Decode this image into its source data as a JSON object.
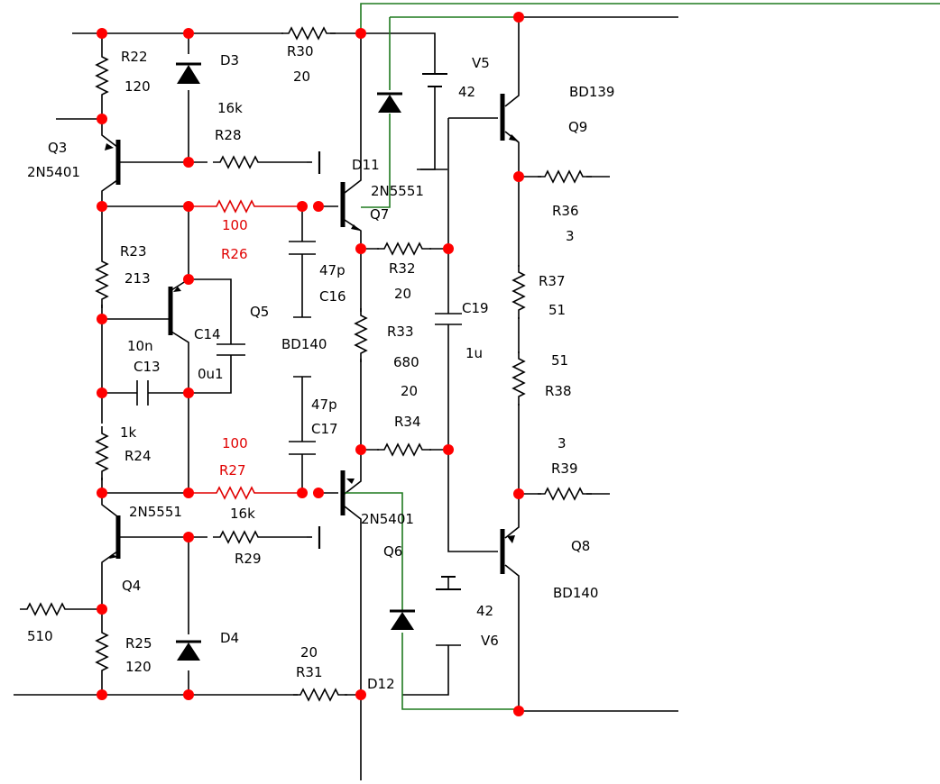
{
  "colors": {
    "wire": "#000000",
    "node": "#ff0000",
    "highlight": "#e00000",
    "green_wire": "#1f7a1f"
  },
  "components": {
    "R22": {
      "ref": "R22",
      "value": "120"
    },
    "D3": {
      "ref": "D3"
    },
    "R30": {
      "ref": "R30",
      "value": "20"
    },
    "V5": {
      "ref": "V5",
      "value": "42"
    },
    "Q9": {
      "ref": "Q9",
      "part": "BD139"
    },
    "Q3": {
      "ref": "Q3",
      "part": "2N5401"
    },
    "R28": {
      "ref": "R28",
      "value": "16k"
    },
    "D11": {
      "ref": "D11"
    },
    "Q7": {
      "ref": "Q7",
      "part": "2N5551"
    },
    "R36": {
      "ref": "R36",
      "value": "3"
    },
    "R26": {
      "ref": "R26",
      "value": "100"
    },
    "R23": {
      "ref": "R23",
      "value": "213"
    },
    "R32": {
      "ref": "R32",
      "value": "20"
    },
    "C16": {
      "ref": "C16",
      "value": "47p"
    },
    "R37": {
      "ref": "R37",
      "value": "51"
    },
    "Q5": {
      "ref": "Q5",
      "part": "BD140"
    },
    "C14": {
      "ref": "C14",
      "value": "0u1"
    },
    "C13": {
      "ref": "C13",
      "value": "10n"
    },
    "R33": {
      "ref": "R33",
      "value": "680"
    },
    "C19": {
      "ref": "C19",
      "value": "1u"
    },
    "R38": {
      "ref": "R38",
      "value": "51"
    },
    "R34": {
      "ref": "R34",
      "value": "20"
    },
    "R24": {
      "ref": "R24",
      "value": "1k"
    },
    "C17": {
      "ref": "C17",
      "value": "47p"
    },
    "R39": {
      "ref": "R39",
      "value": "3"
    },
    "R27": {
      "ref": "R27",
      "value": "100"
    },
    "Q4": {
      "ref": "Q4",
      "part": "2N5551"
    },
    "R29": {
      "ref": "R29",
      "value": "16k"
    },
    "Q6": {
      "ref": "Q6",
      "part": "2N5401"
    },
    "Q8": {
      "ref": "Q8",
      "part": "BD140"
    },
    "R_in": {
      "value": "510"
    },
    "R25": {
      "ref": "R25",
      "value": "120"
    },
    "D4": {
      "ref": "D4"
    },
    "R31": {
      "ref": "R31",
      "value": "20"
    },
    "V6": {
      "ref": "V6",
      "value": "42"
    },
    "D12": {
      "ref": "D12"
    }
  }
}
